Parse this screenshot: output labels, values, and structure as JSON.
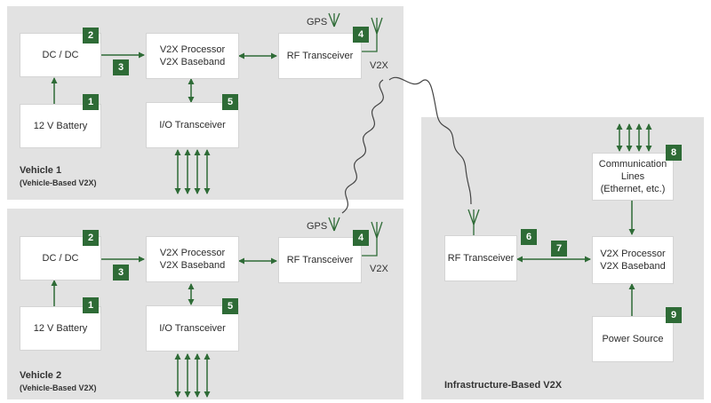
{
  "colors": {
    "panel": "#e2e2e2",
    "box": "#ffffff",
    "badge": "#2e6b36",
    "arrow": "#2e6b36",
    "wave": "#444444"
  },
  "vehicle1": {
    "title": "Vehicle 1",
    "subtitle": "(Vehicle-Based V2X)",
    "dcdc": "DC / DC",
    "battery": "12 V Battery",
    "proc_line1": "V2X Processor",
    "proc_line2": "V2X Baseband",
    "io": "I/O Transceiver",
    "rf": "RF Transceiver",
    "gps": "GPS",
    "v2x": "V2X",
    "badges": {
      "battery": "1",
      "dcdc": "2",
      "link": "3",
      "rf": "4",
      "io": "5"
    }
  },
  "vehicle2": {
    "title": "Vehicle 2",
    "subtitle": "(Vehicle-Based V2X)",
    "dcdc": "DC / DC",
    "battery": "12 V Battery",
    "proc_line1": "V2X Processor",
    "proc_line2": "V2X Baseband",
    "io": "I/O Transceiver",
    "rf": "RF Transceiver",
    "gps": "GPS",
    "v2x": "V2X",
    "badges": {
      "battery": "1",
      "dcdc": "2",
      "link": "3",
      "rf": "4",
      "io": "5"
    }
  },
  "infrastructure": {
    "title": "Infrastructure-Based V2X",
    "rf": "RF Transceiver",
    "comm_line1": "Communication",
    "comm_line2": "Lines",
    "comm_line3": "(Ethernet, etc.)",
    "proc_line1": "V2X Processor",
    "proc_line2": "V2X Baseband",
    "power": "Power Source",
    "badges": {
      "rf": "6",
      "link": "7",
      "comm": "8",
      "power": "9"
    }
  }
}
